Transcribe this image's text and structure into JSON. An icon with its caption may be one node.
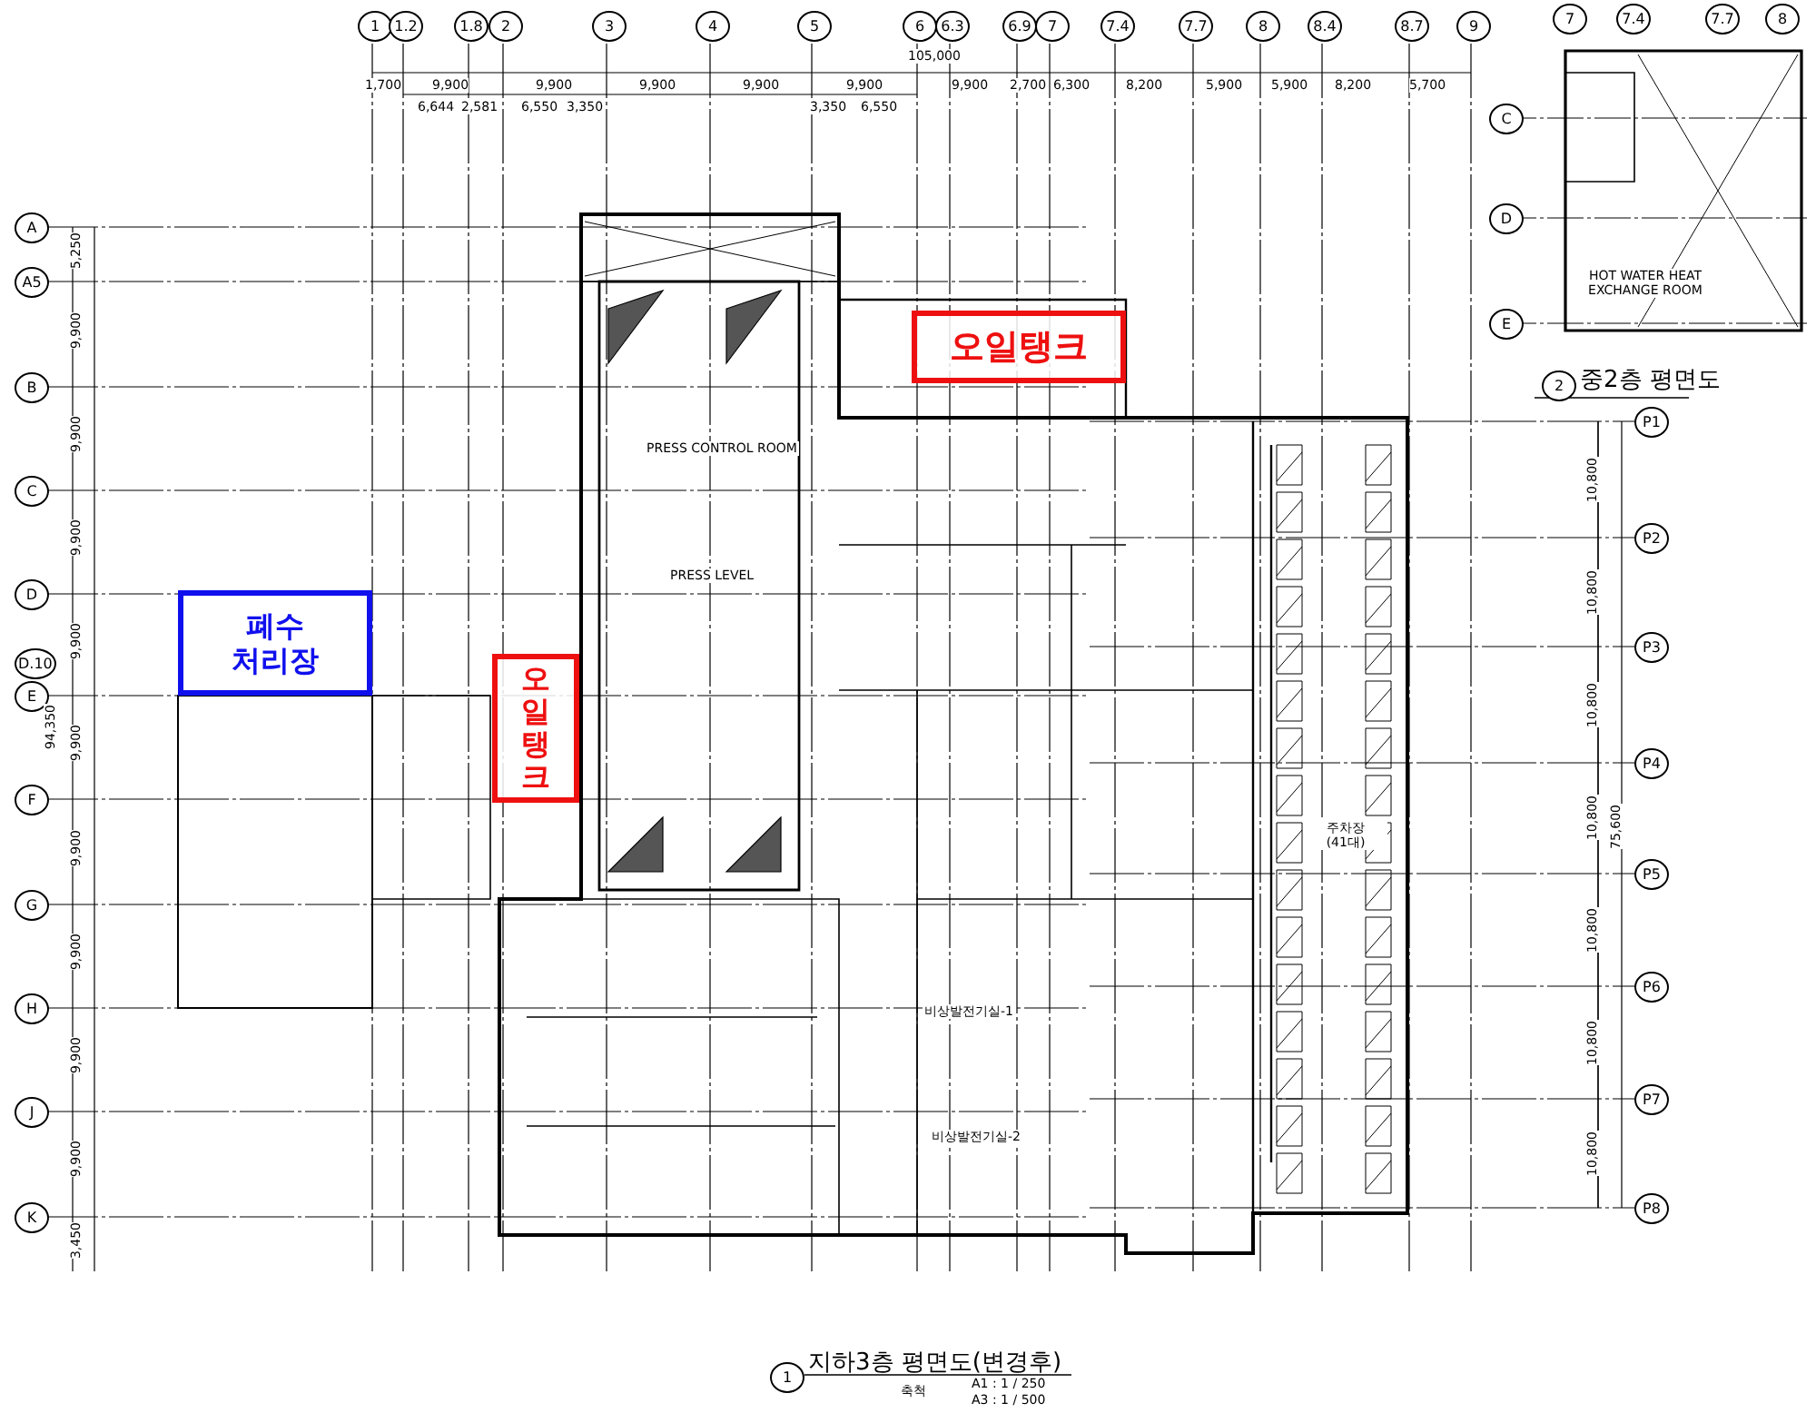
{
  "diagram": {
    "title": "지하3층 평면도(변경후)",
    "nodes": [
      {
        "text": [
          "오일탱크"
        ]
      },
      {
        "text": [
          "폐수 처리장"
        ]
      },
      {
        "text": [
          "오일탱크"
        ]
      },
      {
        "text": [
          "PRESS CONTROL ROOM"
        ]
      },
      {
        "text": [
          "PRESS LEVEL"
        ]
      },
      {
        "text": [
          "주차장 (41대)"
        ]
      },
      {
        "text": [
          "비상발전기실-1"
        ]
      },
      {
        "text": [
          "비상발전기실-2"
        ]
      },
      {
        "text": [
          "중2층 평면도"
        ]
      },
      {
        "text": [
          "HOT WATER HEAT EXCHANGE ROOM"
        ],
        "in": 8
      }
    ],
    "labels": [
      "1",
      "1.2",
      "1.8",
      "2",
      "3",
      "4",
      "5",
      "6",
      "6.3",
      "6.9",
      "7",
      "7.4",
      "7.7",
      "8",
      "8.4",
      "8.7",
      "9",
      "7",
      "7.4",
      "7.7",
      "8",
      "105,000",
      "1,700",
      "9,900",
      "9,900",
      "9,900",
      "9,900",
      "9,900",
      "9,900",
      "2,700",
      "6,300",
      "8,200",
      "5,900",
      "5,900",
      "8,200",
      "5,700",
      "6,644",
      "2,581",
      "6,550",
      "3,350",
      "3,350",
      "6,550",
      "C",
      "D",
      "E",
      "A",
      "A5",
      "B",
      "C",
      "D",
      "D.10",
      "E",
      "F",
      "G",
      "H",
      "J",
      "K",
      "5,250",
      "9,900",
      "9,900",
      "9,900",
      "9,900",
      "9,900",
      "9,900",
      "9,900",
      "9,900",
      "9,900",
      "3,450",
      "94,350",
      "P1",
      "P2",
      "P3",
      "P4",
      "P5",
      "P6",
      "P7",
      "P8",
      "10,800",
      "10,800",
      "10,800",
      "10,800",
      "10,800",
      "10,800",
      "10,800",
      "75,600",
      "2",
      "1",
      "축척",
      "A1 : 1 / 250",
      "A3 : 1 / 500"
    ]
  }
}
